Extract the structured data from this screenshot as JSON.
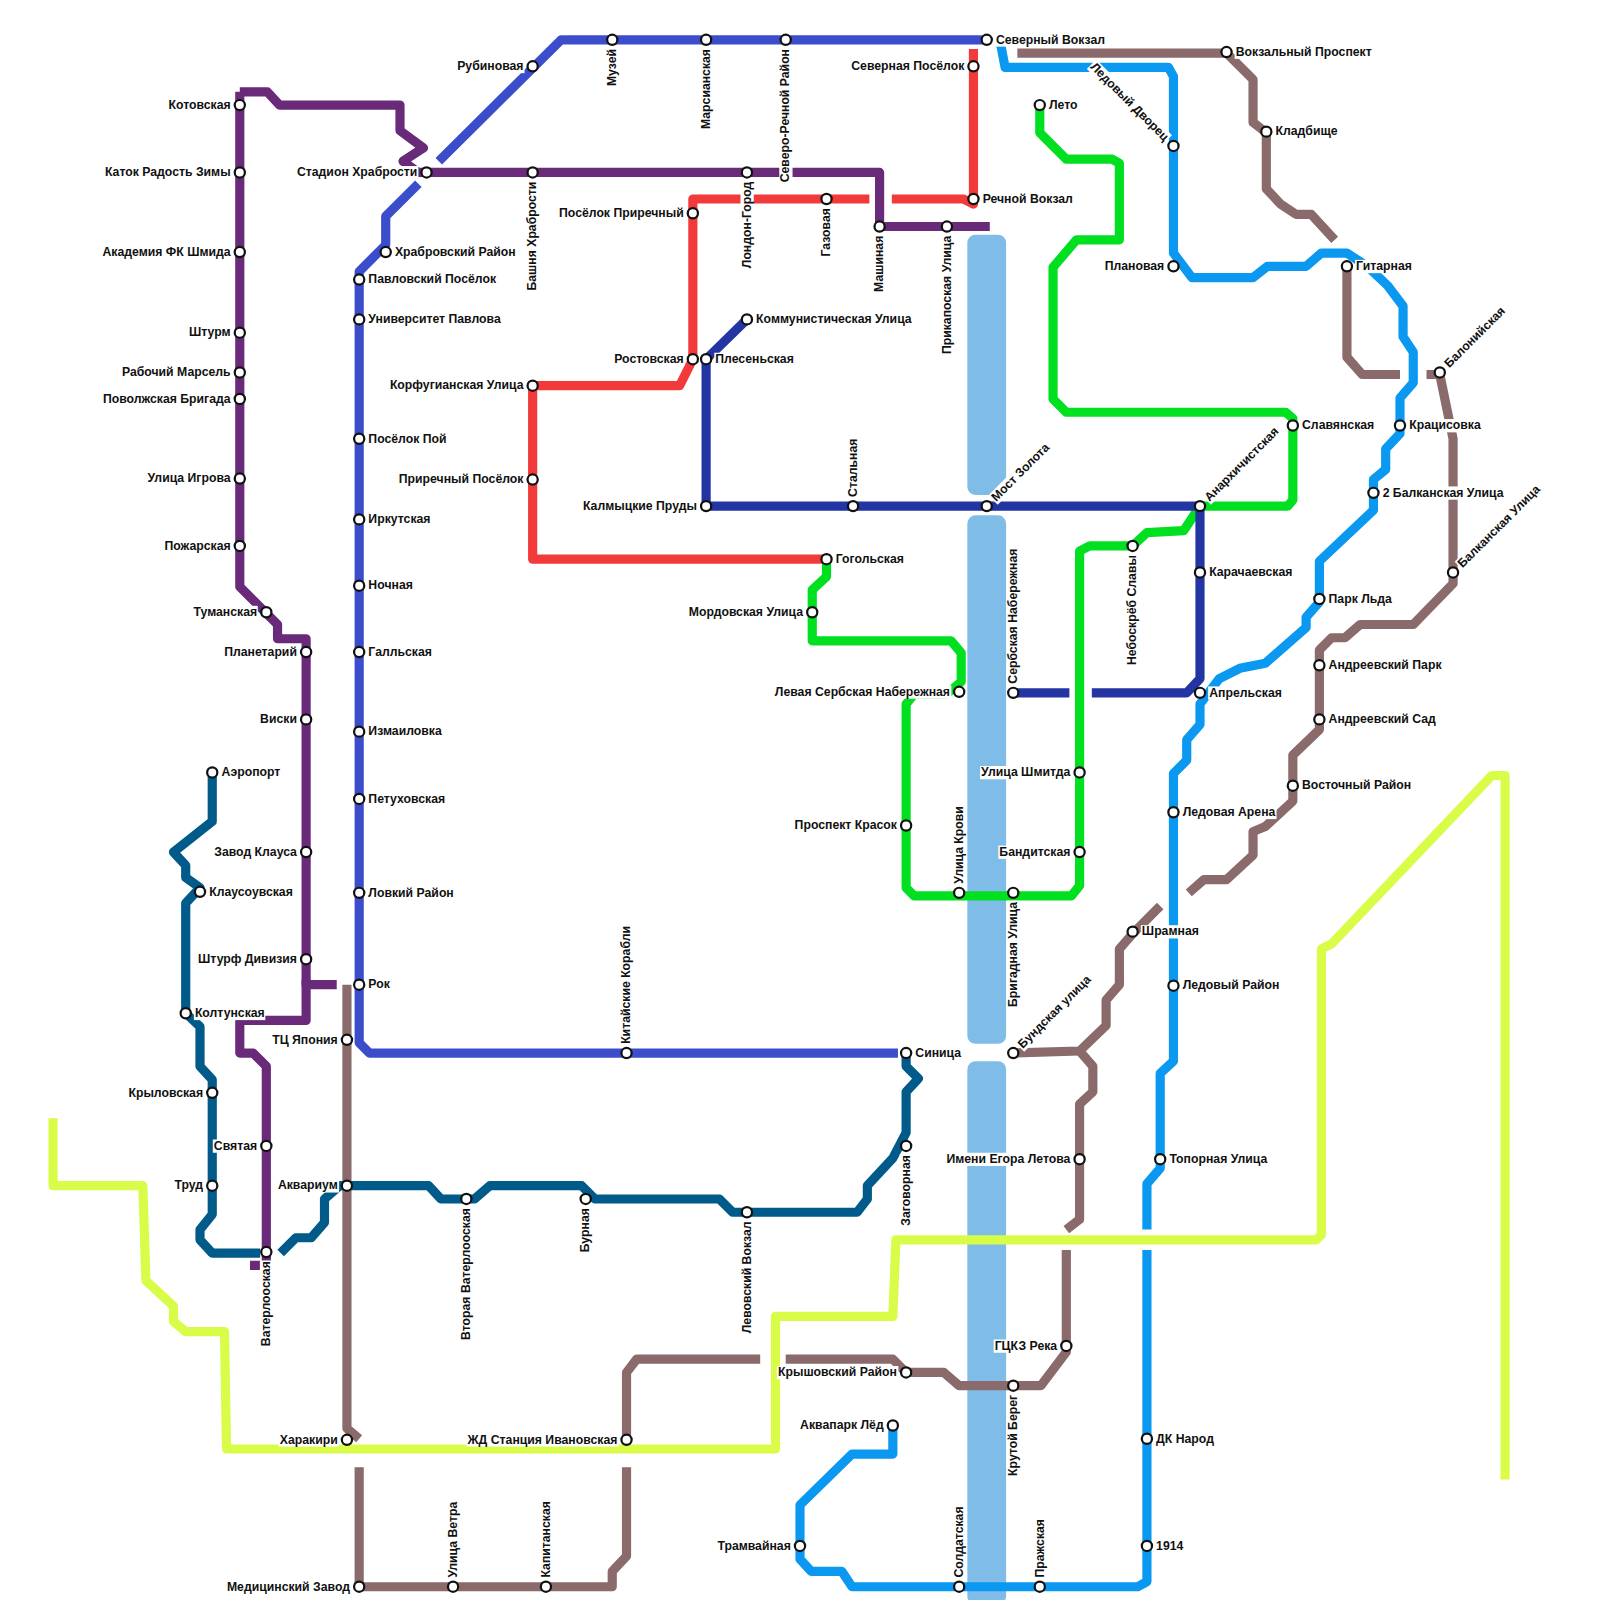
{
  "diagram": {
    "labels": [
      "Котовская",
      "Каток Радость Зимы",
      "Академия ФК Шмида",
      "Штурм",
      "Рабочий Марсель",
      "Поволжская Бригада",
      "Улица Игрова",
      "Пожарская",
      "Туманская",
      "Планетарий",
      "Виски",
      "Завод Клауса",
      "Штурф Дивизия",
      "ТЦ Япония",
      "Крыловская",
      "Святая",
      "Труд",
      "Аквариум",
      "Харакири",
      "Медицинский Завод",
      "Рубиновая",
      "Стадион Храбрости",
      "Северная Посёлок",
      "Посёлок Приречный",
      "Ростовская",
      "Корфугианская Улица",
      "Приречный Посёлок",
      "Калмыцкие Пруды",
      "Мордовская Улица",
      "Левая Сербская Набережная",
      "Проспект Красок",
      "Улица Шмитда",
      "Бандитская",
      "Имени Егора Летова",
      "ГЦКЗ Река",
      "Крышовский Район",
      "Аквапарк Лёд",
      "Трамвайная",
      "ЖД Станция Ивановская",
      "Плановая",
      "Аэропорт",
      "Клаусоувская",
      "Колтунская",
      "Храбровский Район",
      "Павловский Посёлок",
      "Университет Павлова",
      "Посёлок Пой",
      "Иркутская",
      "Ночная",
      "Галльская",
      "Измаиловка",
      "Петуховская",
      "Ловкий Район",
      "Рок",
      "Северный Вокзал",
      "Вокзальный Проспект",
      "Лето",
      "Кладбище",
      "Речной Вокзал",
      "Коммунистическая Улица",
      "Плесеньская",
      "Гитарная",
      "Славянская",
      "Крацисовка",
      "2 Балканская Улица",
      "Гогольская",
      "Карачаевская",
      "Парк Льда",
      "Андреевский Парк",
      "Апрельская",
      "Андреевский Сад",
      "Восточный Район",
      "Ледовая Арена",
      "Шрамная",
      "Ледовый Район",
      "Синица",
      "Топорная Улица",
      "ДК Народ",
      "1914",
      "Музей",
      "Марсианская",
      "Северо-Речной Район",
      "Башня Храбрости",
      "Лондон-Город",
      "Газовая",
      "Машиная",
      "Прикапоская Улица",
      "Китайские Корабли",
      "Сербская Набережная",
      "Небоскрёб Славы",
      "Улица Крови",
      "Бригадная Улица",
      "Заговорная",
      "Вторая Ватерлооская",
      "Бурная",
      "Левовский Вокзал",
      "Ватерлооская",
      "Крутой Берег",
      "Солдатская",
      "Пражская",
      "Улица Ветра",
      "Капитанская",
      "Стальная",
      "Мост Золота",
      "Анархичистская",
      "Бундская улица",
      "Балонийская",
      "Балканская Улица",
      "Ледовый Дворец"
    ]
  }
}
